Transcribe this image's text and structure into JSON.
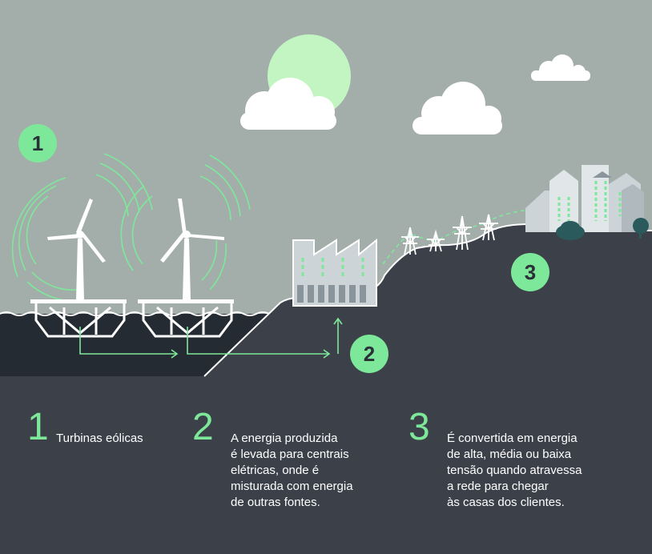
{
  "colors": {
    "sky": "#a3aeab",
    "sun": "#c3f5c3",
    "cloud": "#ffffff",
    "ground": "#3b4049",
    "sea": "#252b33",
    "accent_green": "#7ee89a",
    "building": "#cdd4d8"
  },
  "badges": {
    "b1": "1",
    "b2": "2",
    "b3": "3"
  },
  "legend": [
    {
      "number": "1",
      "lines": [
        "Turbinas eólicas"
      ]
    },
    {
      "number": "2",
      "lines": [
        "A energia produzida",
        "é levada para centrais",
        "elétricas, onde é",
        "misturada com energia",
        "de outras fontes."
      ]
    },
    {
      "number": "3",
      "lines": [
        "É convertida em energia",
        "de alta, média ou baixa",
        "tensão quando atravessa",
        "a rede para chegar",
        "às casas dos clientes."
      ]
    }
  ],
  "icons": [
    "sun-icon",
    "cloud-icon",
    "wind-turbine-icon",
    "factory-icon",
    "power-pylon-icon",
    "house-icon",
    "tree-icon",
    "arrow-icon"
  ]
}
